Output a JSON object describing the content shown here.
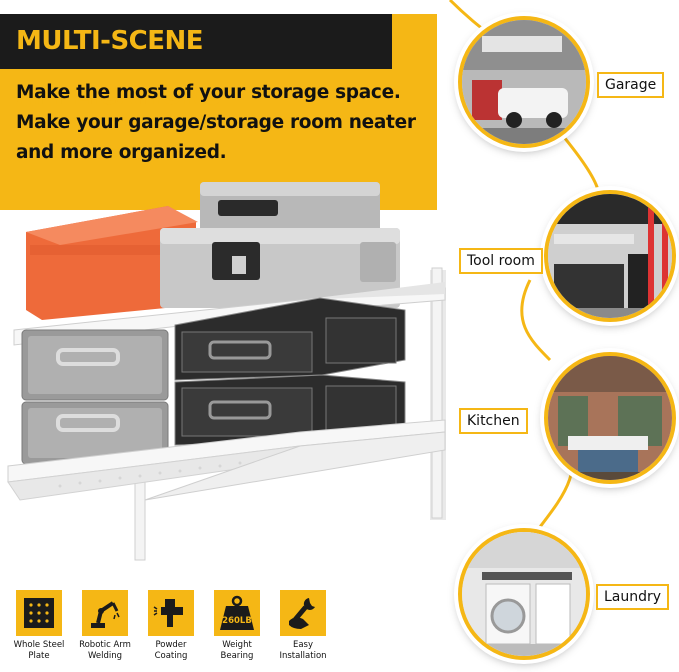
{
  "header": {
    "title": "MULTI-SCENE APPLICATIONS",
    "subtitle": "Make the most of your storage space. Make your garage/storage room neater and more organized."
  },
  "scenes": [
    {
      "label": "Garage",
      "icon": "garage-icon"
    },
    {
      "label": "Tool room",
      "icon": "tool-room-icon"
    },
    {
      "label": "Kitchen",
      "icon": "kitchen-icon"
    },
    {
      "label": "Laundry",
      "icon": "laundry-icon"
    }
  ],
  "features": [
    {
      "label": "Whole Steel\nPlate",
      "icon": "steel-plate-icon"
    },
    {
      "label": "Robotic Arm\nWelding",
      "icon": "robotic-arm-icon"
    },
    {
      "label": "Powder\nCoating",
      "icon": "spray-gun-icon"
    },
    {
      "label": "Weight\nBearing",
      "icon": "weight-icon",
      "badge": "260LB"
    },
    {
      "label": "Easy\nInstallation",
      "icon": "wrench-hand-icon"
    }
  ],
  "colors": {
    "accent": "#f5b715",
    "dark": "#1b1b1b",
    "orange_bin": "#ee6a3a"
  }
}
